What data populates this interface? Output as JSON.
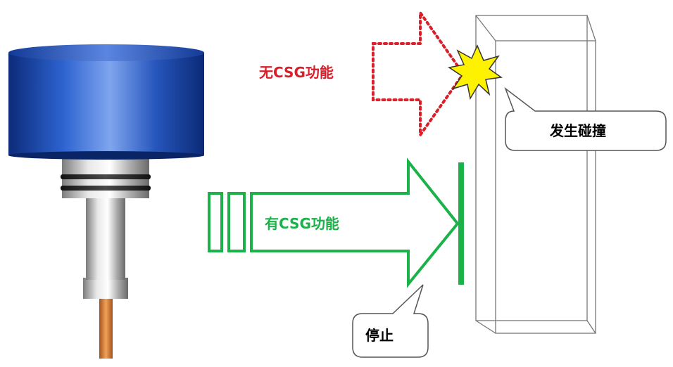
{
  "labels": {
    "without_csg": "无CSG功能",
    "with_csg": "有CSG功能",
    "collision": "发生碰撞",
    "stop": "停止"
  },
  "colors": {
    "red": "#d91f2a",
    "green": "#1bb24a",
    "spindle_blue": "#1f4fb4",
    "text_black": "#000000",
    "outline_gray": "#777777",
    "burst_yellow": "#fff200"
  }
}
